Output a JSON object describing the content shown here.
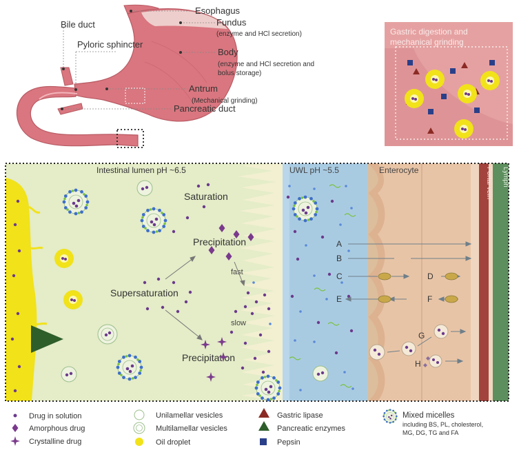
{
  "stomach_labels": {
    "esophagus": "Esophagus",
    "fundus": "Fundus",
    "fundus_note": "(enzyme and HCl secretion)",
    "body": "Body",
    "body_note_1": "(enzyme and HCl secretion and",
    "body_note_2": "bolus storage)",
    "antrum": "Antrum",
    "antrum_note": "(Mechanical grinding)",
    "bile_duct": "Bile duct",
    "pyloric_sphincter": "Pyloric sphincter",
    "pancreatic_duct": "Pancreatic duct"
  },
  "inset": {
    "title_1": "Gastric digestion and",
    "title_2": "mechanical grinding"
  },
  "intestine": {
    "lumen_title": "Intestinal lumen pH ~6.5",
    "uwl_title": "UWL pH ~5.5",
    "enterocyte_title": "Enterocyte",
    "portal_vein": "Portal vein",
    "lymph": "Lymph",
    "saturation": "Saturation",
    "precipitation_top": "Precipitation",
    "supersaturation": "Supersaturation",
    "precipitation_bottom": "Precipitation",
    "fast": "fast",
    "slow": "slow",
    "route_a": "A",
    "route_b": "B",
    "route_c": "C",
    "route_d": "D",
    "route_e": "E",
    "route_f": "F",
    "route_g": "G",
    "route_h": "H"
  },
  "legend": {
    "drug_in_solution": "Drug in solution",
    "amorphous_drug": "Amorphous drug",
    "crystalline_drug": "Crystalline drug",
    "unilamellar": "Unilamellar vesicles",
    "multilamellar": "Multilamellar vesicles",
    "oil_droplet": "Oil droplet",
    "gastric_lipase": "Gastric lipase",
    "pancreatic_enzymes": "Pancreatic enzymes",
    "pepsin": "Pepsin",
    "mixed_micelles": "Mixed micelles",
    "mixed_micelles_note_1": "including BS, PL, cholesterol,",
    "mixed_micelles_note_2": "MG, DG, TG and FA"
  },
  "colors": {
    "stomach": "#d9767f",
    "lumen": "#e4ecc8",
    "uwl": "#a9cbe2",
    "enterocyte": "#e8c4a6",
    "portal_vein": "#a3433e",
    "lymph": "#5d8f5e",
    "inset_bg": "#e5a1a1",
    "drug": "#6b3a8c",
    "enzyme_triangle": "#8b2a24",
    "pancreatic_triangle": "#2e5e2a",
    "pepsin": "#2a3f8a",
    "oil": "#f1e21a"
  }
}
